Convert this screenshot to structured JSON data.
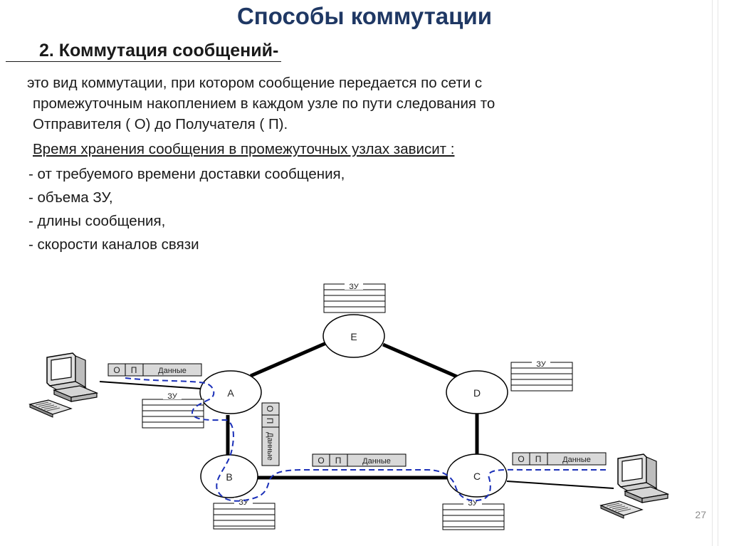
{
  "title": "Способы коммутации",
  "subtitle": "2. Коммутация сообщений-",
  "body": {
    "definition_lines": [
      "это вид коммутации, при котором сообщение передается по сети с",
      "промежуточным накоплением в каждом узле по пути следования то",
      "Отправителя ( О) до Получателя ( П)."
    ],
    "storage_heading": "Время хранения сообщения в промежуточных узлах зависит :",
    "factors": [
      "- от требуемого времени доставки сообщения,",
      "-  объема ЗУ,",
      "-  длины сообщения,",
      " - скорости каналов связи"
    ]
  },
  "diagram": {
    "nodes": {
      "A": "A",
      "B": "B",
      "C": "C",
      "D": "D",
      "E": "E"
    },
    "storage_label": "ЗУ",
    "packet": {
      "sender": "О",
      "receiver": "П",
      "data": "Данные"
    },
    "colors": {
      "line": "#000000",
      "route": "#1a2fb8",
      "packet_fill": "#d9d9d9"
    }
  },
  "page_number": "27"
}
